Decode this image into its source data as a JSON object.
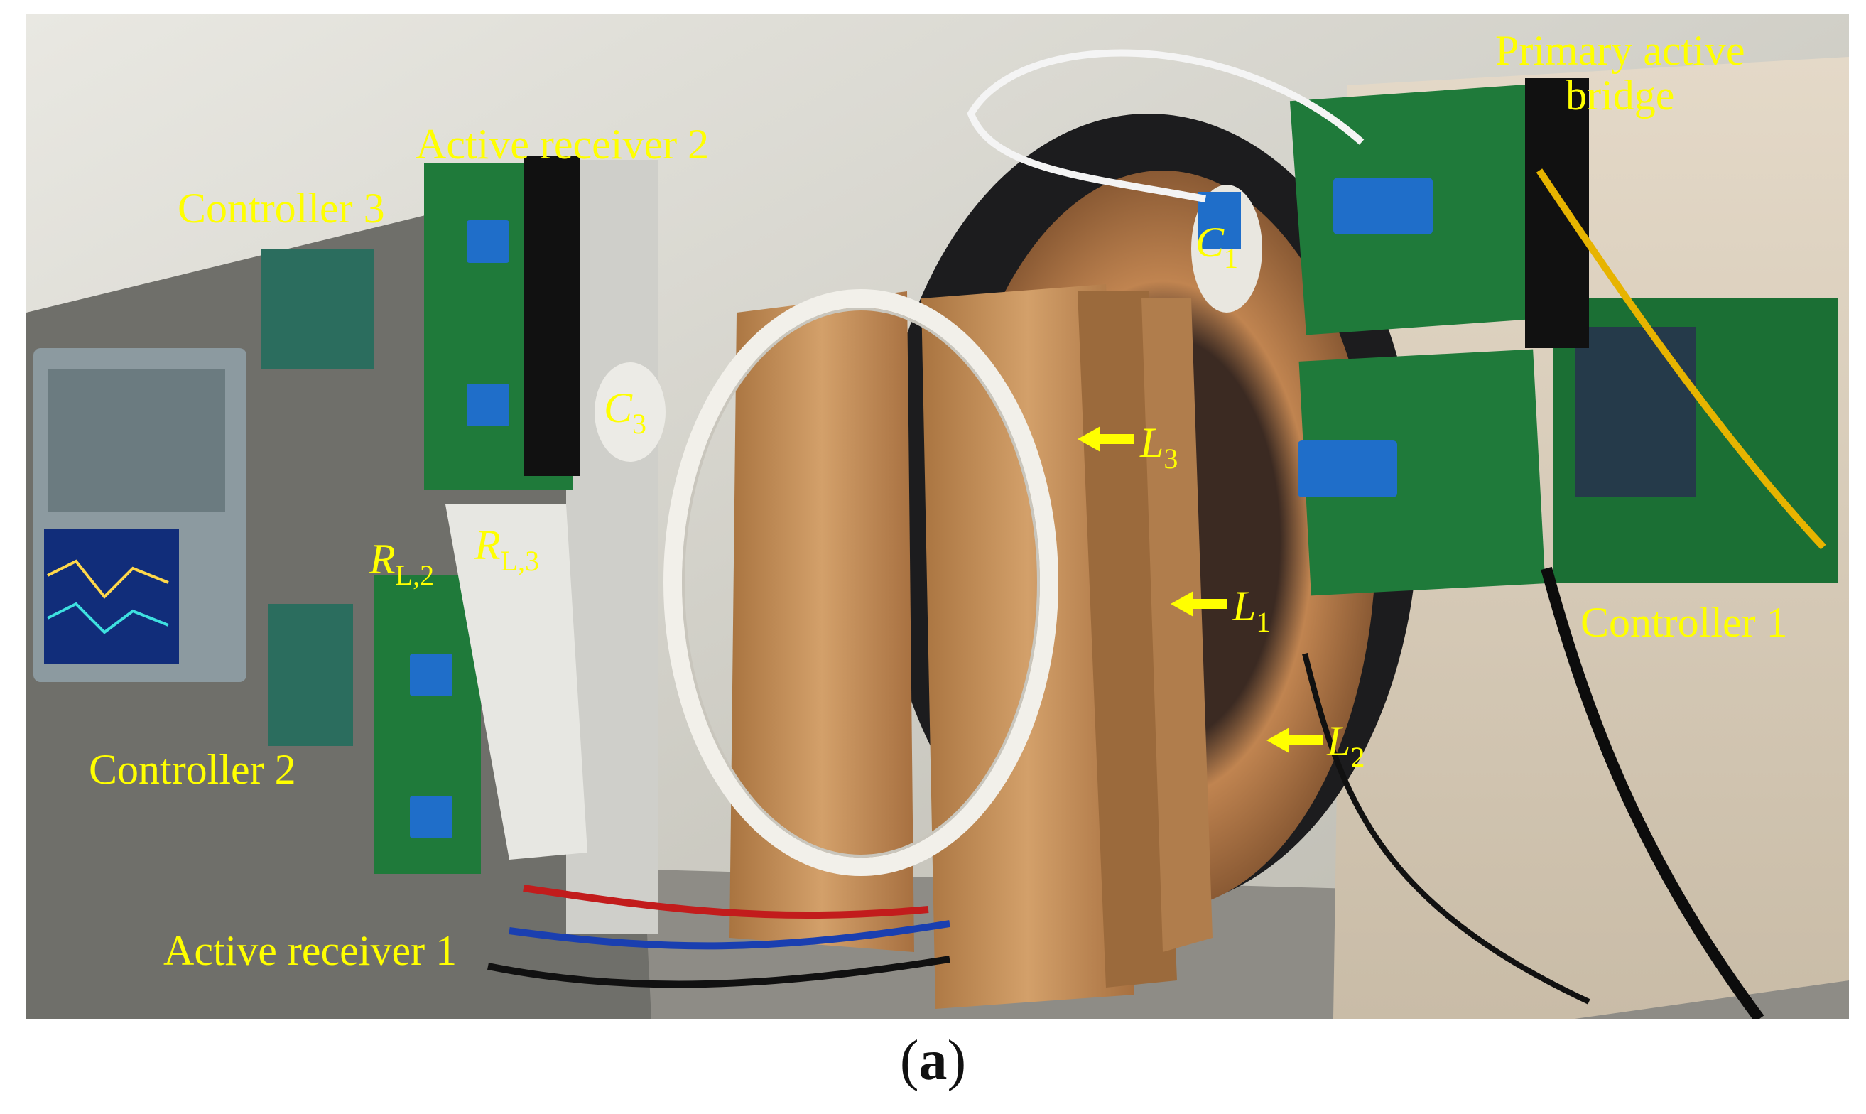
{
  "figure": {
    "caption_open": "(",
    "caption_letter": "a",
    "caption_close": ")"
  },
  "labels": {
    "primary_active_bridge_line1": "Primary active",
    "primary_active_bridge_line2": "bridge",
    "active_receiver_2": "Active receiver 2",
    "controller_3": "Controller 3",
    "controller_1": "Controller 1",
    "controller_2": "Controller 2",
    "active_receiver_1": "Active receiver 1",
    "c1_sym": "C",
    "c1_sub": "1",
    "c3_sym": "C",
    "c3_sub": "3",
    "l3_sym": "L",
    "l3_sub": "3",
    "l1_sym": "L",
    "l1_sub": "1",
    "l2_sym": "L",
    "l2_sub": "2",
    "rl2_sym": "R",
    "rl2_sub": "L,2",
    "rl3_sym": "R",
    "rl3_sub": "L,3"
  },
  "colors": {
    "label": "#ffff00",
    "pcb": "#1f7a3a",
    "wood": "#c7925a",
    "wall": "#d9d7cf",
    "coil_wire": "#f2f0ea",
    "copper_coil": "#b77a4a",
    "blue_capacitor": "#1f6ec9"
  }
}
